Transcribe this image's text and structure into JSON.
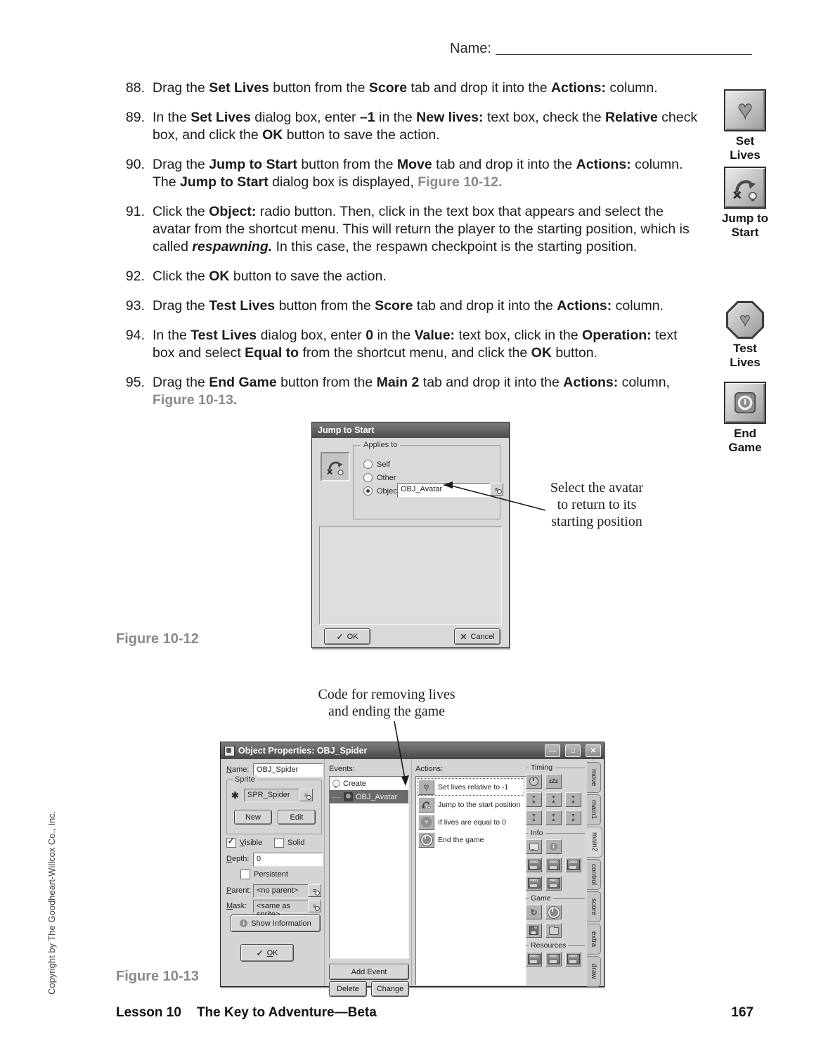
{
  "page": {
    "name_label": "Name:",
    "footer": {
      "lesson": "Lesson 10",
      "title": "The Key to Adventure—Beta",
      "page_number": "167"
    },
    "copyright": "Copyright by The Goodheart-Willcox Co., Inc."
  },
  "instructions": [
    {
      "num": "88.",
      "segments": [
        {
          "t": "Drag the ",
          "s": ""
        },
        {
          "t": "Set Lives",
          "s": "b"
        },
        {
          "t": " button from the ",
          "s": ""
        },
        {
          "t": "Score",
          "s": "b"
        },
        {
          "t": " tab and drop it into the ",
          "s": ""
        },
        {
          "t": "Actions:",
          "s": "b"
        },
        {
          "t": " column.",
          "s": ""
        }
      ]
    },
    {
      "num": "89.",
      "segments": [
        {
          "t": "In the ",
          "s": ""
        },
        {
          "t": "Set Lives",
          "s": "b"
        },
        {
          "t": " dialog box, enter ",
          "s": ""
        },
        {
          "t": "–1",
          "s": "b"
        },
        {
          "t": " in the ",
          "s": ""
        },
        {
          "t": "New lives:",
          "s": "b"
        },
        {
          "t": " text box, check the ",
          "s": ""
        },
        {
          "t": "Relative",
          "s": "b"
        },
        {
          "t": " check box, and click the ",
          "s": ""
        },
        {
          "t": "OK",
          "s": "b"
        },
        {
          "t": " button to save the action.",
          "s": ""
        }
      ]
    },
    {
      "num": "90.",
      "segments": [
        {
          "t": " Drag the ",
          "s": ""
        },
        {
          "t": "Jump to Start",
          "s": "b"
        },
        {
          "t": " button from the ",
          "s": ""
        },
        {
          "t": "Move",
          "s": "b"
        },
        {
          "t": " tab and drop it into the ",
          "s": ""
        },
        {
          "t": "Actions:",
          "s": "b"
        },
        {
          "t": " column. The ",
          "s": ""
        },
        {
          "t": "Jump to Start",
          "s": "b"
        },
        {
          "t": " dialog box is displayed, ",
          "s": ""
        },
        {
          "t": "Figure 10-12.",
          "s": "fig"
        }
      ]
    },
    {
      "num": "91.",
      "segments": [
        {
          "t": "Click the ",
          "s": ""
        },
        {
          "t": "Object:",
          "s": "b"
        },
        {
          "t": " radio button. Then, click in the text box that appears and select the avatar from the shortcut menu. This will return the player to the starting position, which is called ",
          "s": ""
        },
        {
          "t": "respawning.",
          "s": "bi"
        },
        {
          "t": " In this case, the respawn checkpoint is the starting position.",
          "s": ""
        }
      ]
    },
    {
      "num": "92.",
      "segments": [
        {
          "t": "Click the ",
          "s": ""
        },
        {
          "t": "OK",
          "s": "b"
        },
        {
          "t": " button to save the action.",
          "s": ""
        }
      ]
    },
    {
      "num": "93.",
      "segments": [
        {
          "t": "Drag the ",
          "s": ""
        },
        {
          "t": "Test Lives",
          "s": "b"
        },
        {
          "t": " button from the ",
          "s": ""
        },
        {
          "t": "Score",
          "s": "b"
        },
        {
          "t": " tab and drop it into the ",
          "s": ""
        },
        {
          "t": "Actions:",
          "s": "b"
        },
        {
          "t": " column.",
          "s": ""
        }
      ]
    },
    {
      "num": "94.",
      "segments": [
        {
          "t": "In the ",
          "s": ""
        },
        {
          "t": "Test Lives",
          "s": "b"
        },
        {
          "t": " dialog box, enter ",
          "s": ""
        },
        {
          "t": "0",
          "s": "b"
        },
        {
          "t": " in the ",
          "s": ""
        },
        {
          "t": "Value:",
          "s": "b"
        },
        {
          "t": " text box, click in the ",
          "s": ""
        },
        {
          "t": "Operation:",
          "s": "b"
        },
        {
          "t": " text box and select ",
          "s": ""
        },
        {
          "t": "Equal to",
          "s": "b"
        },
        {
          "t": " from the shortcut menu, and click the ",
          "s": ""
        },
        {
          "t": "OK",
          "s": "b"
        },
        {
          "t": " button.",
          "s": ""
        }
      ]
    },
    {
      "num": "95.",
      "segments": [
        {
          "t": "Drag the ",
          "s": ""
        },
        {
          "t": "End Game",
          "s": "b"
        },
        {
          "t": " button from the ",
          "s": ""
        },
        {
          "t": "Main 2",
          "s": "b"
        },
        {
          "t": " tab and drop it into the ",
          "s": ""
        },
        {
          "t": "Actions:",
          "s": "b"
        },
        {
          "t": " column, ",
          "s": ""
        },
        {
          "t": "Figure 10-13.",
          "s": "fig"
        }
      ]
    }
  ],
  "side_icons": [
    {
      "name": "set-lives",
      "label1": "Set",
      "label2": "Lives"
    },
    {
      "name": "jump-to-start",
      "label1": "Jump to",
      "label2": "Start"
    },
    {
      "name": "test-lives",
      "label1": "Test",
      "label2": "Lives"
    },
    {
      "name": "end-game",
      "label1": "End",
      "label2": "Game"
    }
  ],
  "figure12": {
    "label": "Figure 10-12",
    "annotation_lines": [
      "Select the avatar",
      "to return to its",
      "starting position"
    ],
    "dialog": {
      "title": "Jump to Start",
      "applies_legend": "Applies to",
      "radio_self": "Self",
      "radio_other": "Other",
      "radio_object": "Object:",
      "object_value": "OBJ_Avatar",
      "ok_label": "OK",
      "cancel_label": "Cancel"
    }
  },
  "figure13": {
    "label": "Figure 10-13",
    "annotation_lines": [
      "Code for removing lives",
      "and ending the game"
    ],
    "window": {
      "title": "Object Properties: OBJ_Spider",
      "left": {
        "name_label": "Name:",
        "name_value": "OBJ_Spider",
        "sprite_legend": "Sprite",
        "sprite_value": "SPR_Spider",
        "new_label": "New",
        "edit_label": "Edit",
        "visible_label": "Visible",
        "solid_label": "Solid",
        "depth_label": "Depth:",
        "depth_value": "0",
        "persistent_label": "Persistent",
        "parent_label": "Parent:",
        "parent_value": "<no parent>",
        "mask_label": "Mask:",
        "mask_value": "<same as sprite>",
        "show_info_label": "Show Information",
        "ok_label": "OK"
      },
      "events": {
        "header": "Events:",
        "items": [
          {
            "label": "Create"
          },
          {
            "label": "OBJ_Avatar"
          }
        ],
        "add_event_label": "Add Event",
        "delete_label": "Delete",
        "change_label": "Change"
      },
      "actions": {
        "header": "Actions:",
        "items": [
          {
            "text": "Set lives relative to -1"
          },
          {
            "text": "Jump to the start position"
          },
          {
            "text": "If lives are equal to 0"
          },
          {
            "text": "End the game"
          }
        ]
      },
      "right_panel": {
        "groups": [
          {
            "title": "Timing",
            "rows": [
              [
                "alarm-clock",
                "sleep"
              ],
              [
                "hourglass",
                "hourglass-set",
                "hourglass-fast"
              ],
              [
                "hourglass-resume",
                "hourglass-pause",
                "hourglass-stop"
              ]
            ]
          },
          {
            "title": "Info",
            "rows": [
              [
                "message",
                "info"
              ],
              [
                "pro-splash",
                "pro-highscore",
                "pro-mouse"
              ],
              [
                "pro-window",
                "pro-score"
              ]
            ]
          },
          {
            "title": "Game",
            "rows": [
              [
                "restart-game",
                "end-game"
              ],
              [
                "save-game",
                "load-game"
              ]
            ]
          },
          {
            "title": "Resources",
            "rows": [
              [
                "pro-sprite",
                "pro-sound",
                "pro-background"
              ]
            ]
          }
        ],
        "tabs": [
          {
            "label": "move",
            "active": false
          },
          {
            "label": "main1",
            "active": false
          },
          {
            "label": "main2",
            "active": true
          },
          {
            "label": "control",
            "active": false
          },
          {
            "label": "score",
            "active": false
          },
          {
            "label": "extra",
            "active": false
          },
          {
            "label": "draw",
            "active": false
          }
        ]
      }
    }
  }
}
